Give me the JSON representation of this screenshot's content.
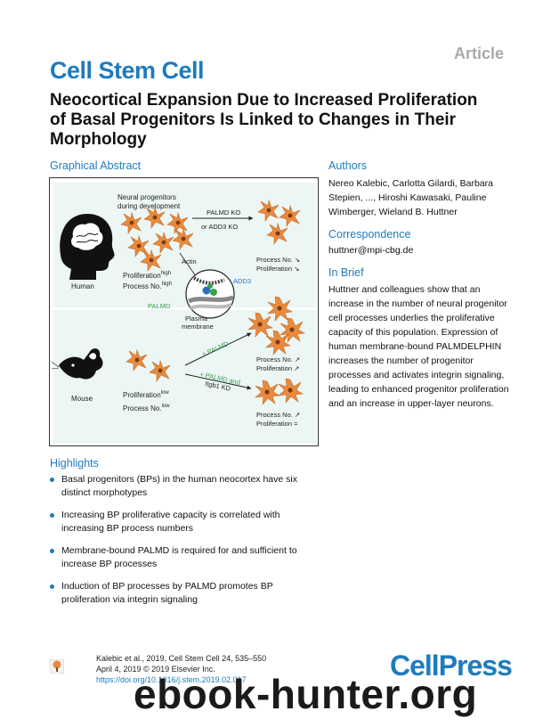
{
  "header": {
    "article_tag": "Article",
    "journal": "Cell Stem Cell",
    "title": "Neocortical Expansion Due to Increased Proliferation of Basal Progenitors Is Linked to Changes in Their Morphology"
  },
  "graphical_abstract": {
    "heading": "Graphical Abstract",
    "neural_progenitors_line1": "Neural progenitors",
    "neural_progenitors_line2": "during development",
    "palmd_ko": "PALMD KO",
    "add3_ko": "or  ADD3 KO",
    "human": "Human",
    "mouse": "Mouse",
    "prolif_label": "Proliferation",
    "process_label": "Process No.",
    "high": "high",
    "low": "low",
    "actin": "Actin",
    "add3": "ADD3",
    "palmd": "PALMD",
    "plasma": "Plasma",
    "membrane": "membrane",
    "plus_palmd": "+ PALMD",
    "plus_palmd_and": "+ PALMD and",
    "itgb1_kd": "Itgb1 KD",
    "ko_process": "Process No. ↘",
    "ko_prolif": "Proliferation ↘",
    "up_process": "Process No. ↗",
    "up_prolif": "Proliferation ↗",
    "kd_process": "Process No. ↗",
    "kd_prolif": "Proliferation ="
  },
  "authors": {
    "heading": "Authors",
    "text": "Nereo Kalebic, Carlotta Gilardi, Barbara Stepien, ..., Hiroshi Kawasaki, Pauline Wimberger, Wieland B. Huttner"
  },
  "correspondence": {
    "heading": "Correspondence",
    "email": "huttner@mpi-cbg.de"
  },
  "in_brief": {
    "heading": "In Brief",
    "text": "Huttner and colleagues show that an increase in the number of neural progenitor cell processes underlies the proliferative capacity of this population. Expression of human membrane-bound PALMDELPHIN increases the number of progenitor processes and activates integrin signaling, leading to enhanced progenitor proliferation and an increase in upper-layer neurons."
  },
  "highlights": {
    "heading": "Highlights",
    "items": [
      "Basal progenitors (BPs) in the human neocortex have six distinct morphotypes",
      "Increasing BP proliferative capacity is correlated with increasing BP process numbers",
      "Membrane-bound PALMD is required for and sufficient to increase BP processes",
      "Induction of BP processes by PALMD promotes BP proliferation via integrin signaling"
    ]
  },
  "footer": {
    "citation_line1": "Kalebic et al., 2019, Cell Stem Cell 24, 535–550",
    "citation_line2": "April 4, 2019 © 2019 Elsevier Inc.",
    "doi": "https://doi.org/10.1016/j.stem.2019.02.017",
    "publisher": "CellPress",
    "watermark": "ebook-hunter.org"
  },
  "colors": {
    "accent": "#1f7bbd",
    "cell_orange": "#e98a3e",
    "panel_bg": "#ecf6f5",
    "palmd_green": "#3aa14a",
    "add3_blue": "#2b6fc4"
  }
}
